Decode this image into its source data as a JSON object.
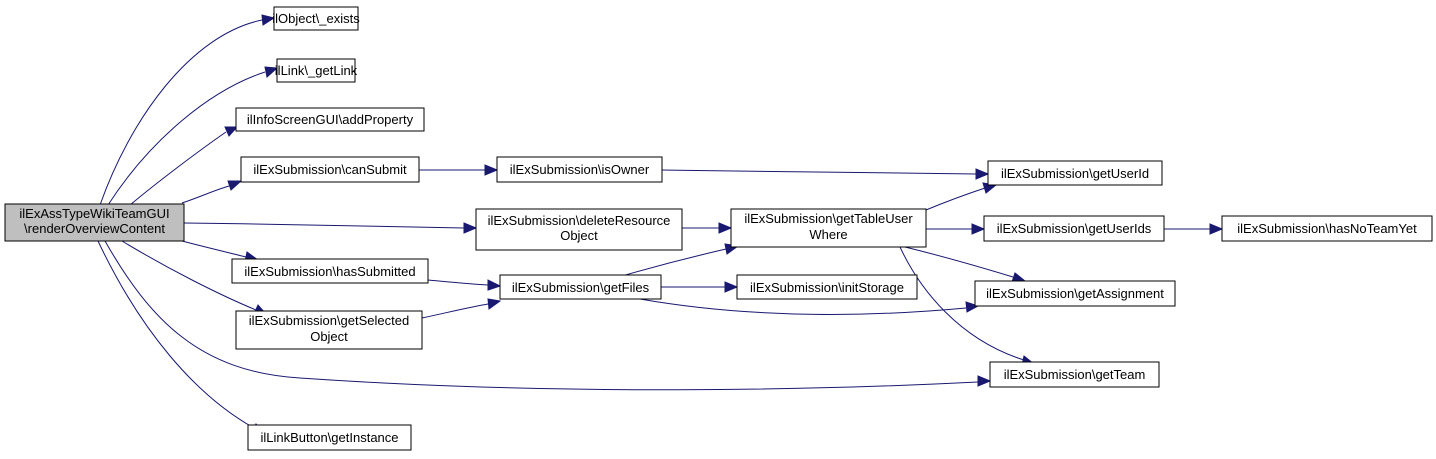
{
  "colors": {
    "edge": "#191970",
    "root_fill": "#bfbfbf",
    "node_fill": "#ffffff",
    "node_border": "#000000"
  },
  "nodes": {
    "root": [
      "ilExAssTypeWikiTeamGUI",
      "\\renderOverviewContent"
    ],
    "obj_exists": [
      "ilObject\\_exists"
    ],
    "link_getlink": [
      "ilLink\\_getLink"
    ],
    "info_addprop": [
      "ilInfoScreenGUI\\addProperty"
    ],
    "sub_cansubmit": [
      "ilExSubmission\\canSubmit"
    ],
    "sub_isowner": [
      "ilExSubmission\\isOwner"
    ],
    "sub_getuserid": [
      "ilExSubmission\\getUserId"
    ],
    "sub_deleteres": [
      "ilExSubmission\\deleteResource",
      "Object"
    ],
    "sub_gettableuser": [
      "ilExSubmission\\getTableUser",
      "Where"
    ],
    "sub_getuserids": [
      "ilExSubmission\\getUserIds"
    ],
    "sub_hasnoteam": [
      "ilExSubmission\\hasNoTeamYet"
    ],
    "sub_hassubmitted": [
      "ilExSubmission\\hasSubmitted"
    ],
    "sub_getfiles": [
      "ilExSubmission\\getFiles"
    ],
    "sub_initstorage": [
      "ilExSubmission\\initStorage"
    ],
    "sub_getassign": [
      "ilExSubmission\\getAssignment"
    ],
    "sub_getselected": [
      "ilExSubmission\\getSelected",
      "Object"
    ],
    "sub_getteam": [
      "ilExSubmission\\getTeam"
    ],
    "linkbtn_getinst": [
      "ilLinkButton\\getInstance"
    ]
  }
}
